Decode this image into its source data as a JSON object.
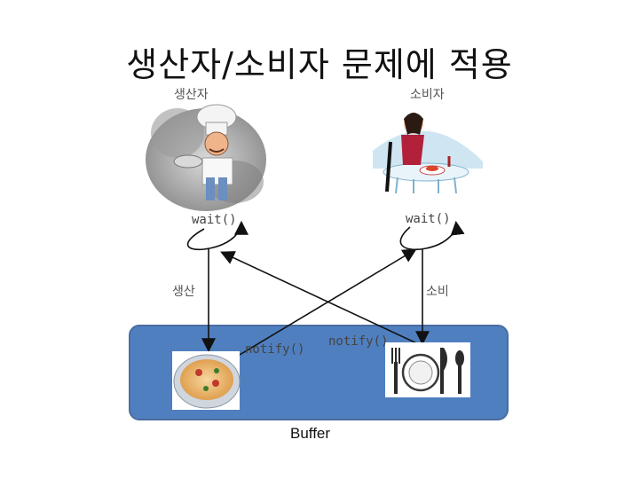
{
  "title": "생산자/소비자 문제에 적용",
  "producer": {
    "label": "생산자",
    "wait_label": "wait()",
    "action_label": "생산",
    "notify_label": "notify()"
  },
  "consumer": {
    "label": "소비자",
    "wait_label": "wait()",
    "action_label": "소비",
    "notify_label": "notify()"
  },
  "buffer": {
    "label": "Buffer"
  },
  "colors": {
    "buffer_fill": "#4f7fbf",
    "arrow": "#111111"
  }
}
